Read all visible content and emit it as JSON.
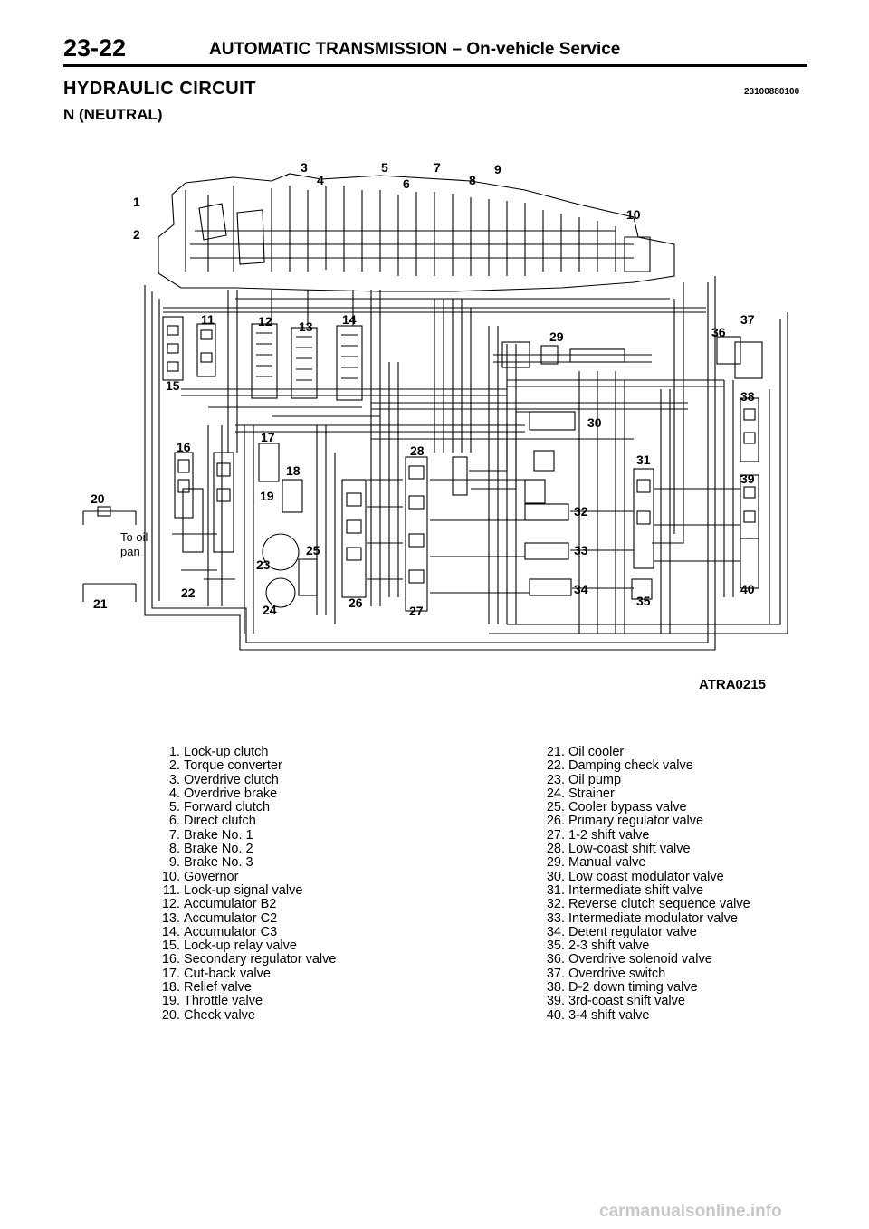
{
  "header": {
    "page_number": "23-22",
    "title": "AUTOMATIC TRANSMISSION",
    "title_separator": "–",
    "title_sub": "On-vehicle Service"
  },
  "section": {
    "title": "HYDRAULIC CIRCUIT",
    "code": "23100880100",
    "mode": "N (NEUTRAL)"
  },
  "diagram": {
    "figure_code": "ATRA0215",
    "to_oil_pan": [
      "To oil",
      "pan"
    ],
    "callouts": [
      "1",
      "2",
      "3",
      "4",
      "5",
      "6",
      "7",
      "8",
      "9",
      "10",
      "11",
      "12",
      "13",
      "14",
      "15",
      "16",
      "17",
      "18",
      "19",
      "20",
      "21",
      "22",
      "23",
      "24",
      "25",
      "26",
      "27",
      "28",
      "29",
      "30",
      "31",
      "32",
      "33",
      "34",
      "35",
      "36",
      "37",
      "38",
      "39",
      "40"
    ]
  },
  "legend": {
    "left": [
      {
        "num": "1.",
        "label": "Lock-up clutch"
      },
      {
        "num": "2.",
        "label": "Torque converter"
      },
      {
        "num": "3.",
        "label": "Overdrive clutch"
      },
      {
        "num": "4.",
        "label": "Overdrive brake"
      },
      {
        "num": "5.",
        "label": "Forward clutch"
      },
      {
        "num": "6.",
        "label": "Direct clutch"
      },
      {
        "num": "7.",
        "label": "Brake No. 1"
      },
      {
        "num": "8.",
        "label": "Brake No. 2"
      },
      {
        "num": "9.",
        "label": "Brake No. 3"
      },
      {
        "num": "10.",
        "label": "Governor"
      },
      {
        "num": "11.",
        "label": "Lock-up signal valve"
      },
      {
        "num": "12.",
        "label": "Accumulator B2"
      },
      {
        "num": "13.",
        "label": "Accumulator C2"
      },
      {
        "num": "14.",
        "label": "Accumulator C3"
      },
      {
        "num": "15.",
        "label": "Lock-up relay valve"
      },
      {
        "num": "16.",
        "label": "Secondary regulator valve"
      },
      {
        "num": "17.",
        "label": "Cut-back valve"
      },
      {
        "num": "18.",
        "label": "Relief valve"
      },
      {
        "num": "19.",
        "label": "Throttle valve"
      },
      {
        "num": "20.",
        "label": "Check valve"
      }
    ],
    "right": [
      {
        "num": "21.",
        "label": "Oil cooler"
      },
      {
        "num": "22.",
        "label": "Damping check valve"
      },
      {
        "num": "23.",
        "label": "Oil pump"
      },
      {
        "num": "24.",
        "label": "Strainer"
      },
      {
        "num": "25.",
        "label": "Cooler bypass valve"
      },
      {
        "num": "26.",
        "label": "Primary regulator valve"
      },
      {
        "num": "27.",
        "label": "1-2 shift valve"
      },
      {
        "num": "28.",
        "label": "Low-coast shift valve"
      },
      {
        "num": "29.",
        "label": "Manual valve"
      },
      {
        "num": "30.",
        "label": "Low coast modulator valve"
      },
      {
        "num": "31.",
        "label": "Intermediate shift valve"
      },
      {
        "num": "32.",
        "label": "Reverse clutch sequence valve"
      },
      {
        "num": "33.",
        "label": "Intermediate modulator valve"
      },
      {
        "num": "34.",
        "label": "Detent regulator valve"
      },
      {
        "num": "35.",
        "label": "2-3 shift valve"
      },
      {
        "num": "36.",
        "label": "Overdrive solenoid valve"
      },
      {
        "num": "37.",
        "label": "Overdrive switch"
      },
      {
        "num": "38.",
        "label": "D-2 down timing valve"
      },
      {
        "num": "39.",
        "label": "3rd-coast shift valve"
      },
      {
        "num": "40.",
        "label": "3-4 shift valve"
      }
    ]
  },
  "watermark": "carmanualsonline.info"
}
